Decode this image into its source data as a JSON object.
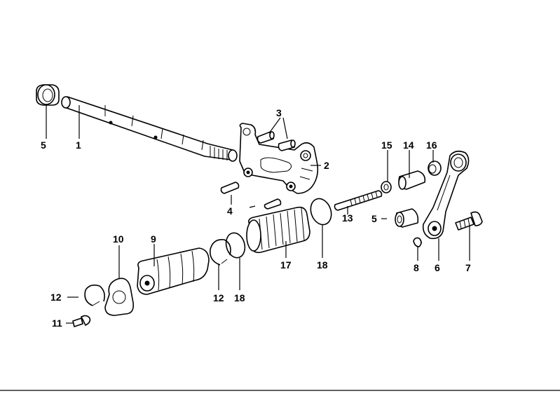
{
  "diagram": {
    "callouts": [
      {
        "id": "c1",
        "text": "1"
      },
      {
        "id": "c2",
        "text": "2"
      },
      {
        "id": "c3",
        "text": "3"
      },
      {
        "id": "c4",
        "text": "4"
      },
      {
        "id": "c5a",
        "text": "5"
      },
      {
        "id": "c5b",
        "text": "5"
      },
      {
        "id": "c6",
        "text": "6"
      },
      {
        "id": "c7",
        "text": "7"
      },
      {
        "id": "c8",
        "text": "8"
      },
      {
        "id": "c9",
        "text": "9"
      },
      {
        "id": "c10",
        "text": "10"
      },
      {
        "id": "c11",
        "text": "11"
      },
      {
        "id": "c12a",
        "text": "12"
      },
      {
        "id": "c12b",
        "text": "12"
      },
      {
        "id": "c13",
        "text": "13"
      },
      {
        "id": "c14",
        "text": "14"
      },
      {
        "id": "c15",
        "text": "15"
      },
      {
        "id": "c16",
        "text": "16"
      },
      {
        "id": "c17",
        "text": "17"
      },
      {
        "id": "c18a",
        "text": "18"
      },
      {
        "id": "c18b",
        "text": "18"
      }
    ]
  }
}
